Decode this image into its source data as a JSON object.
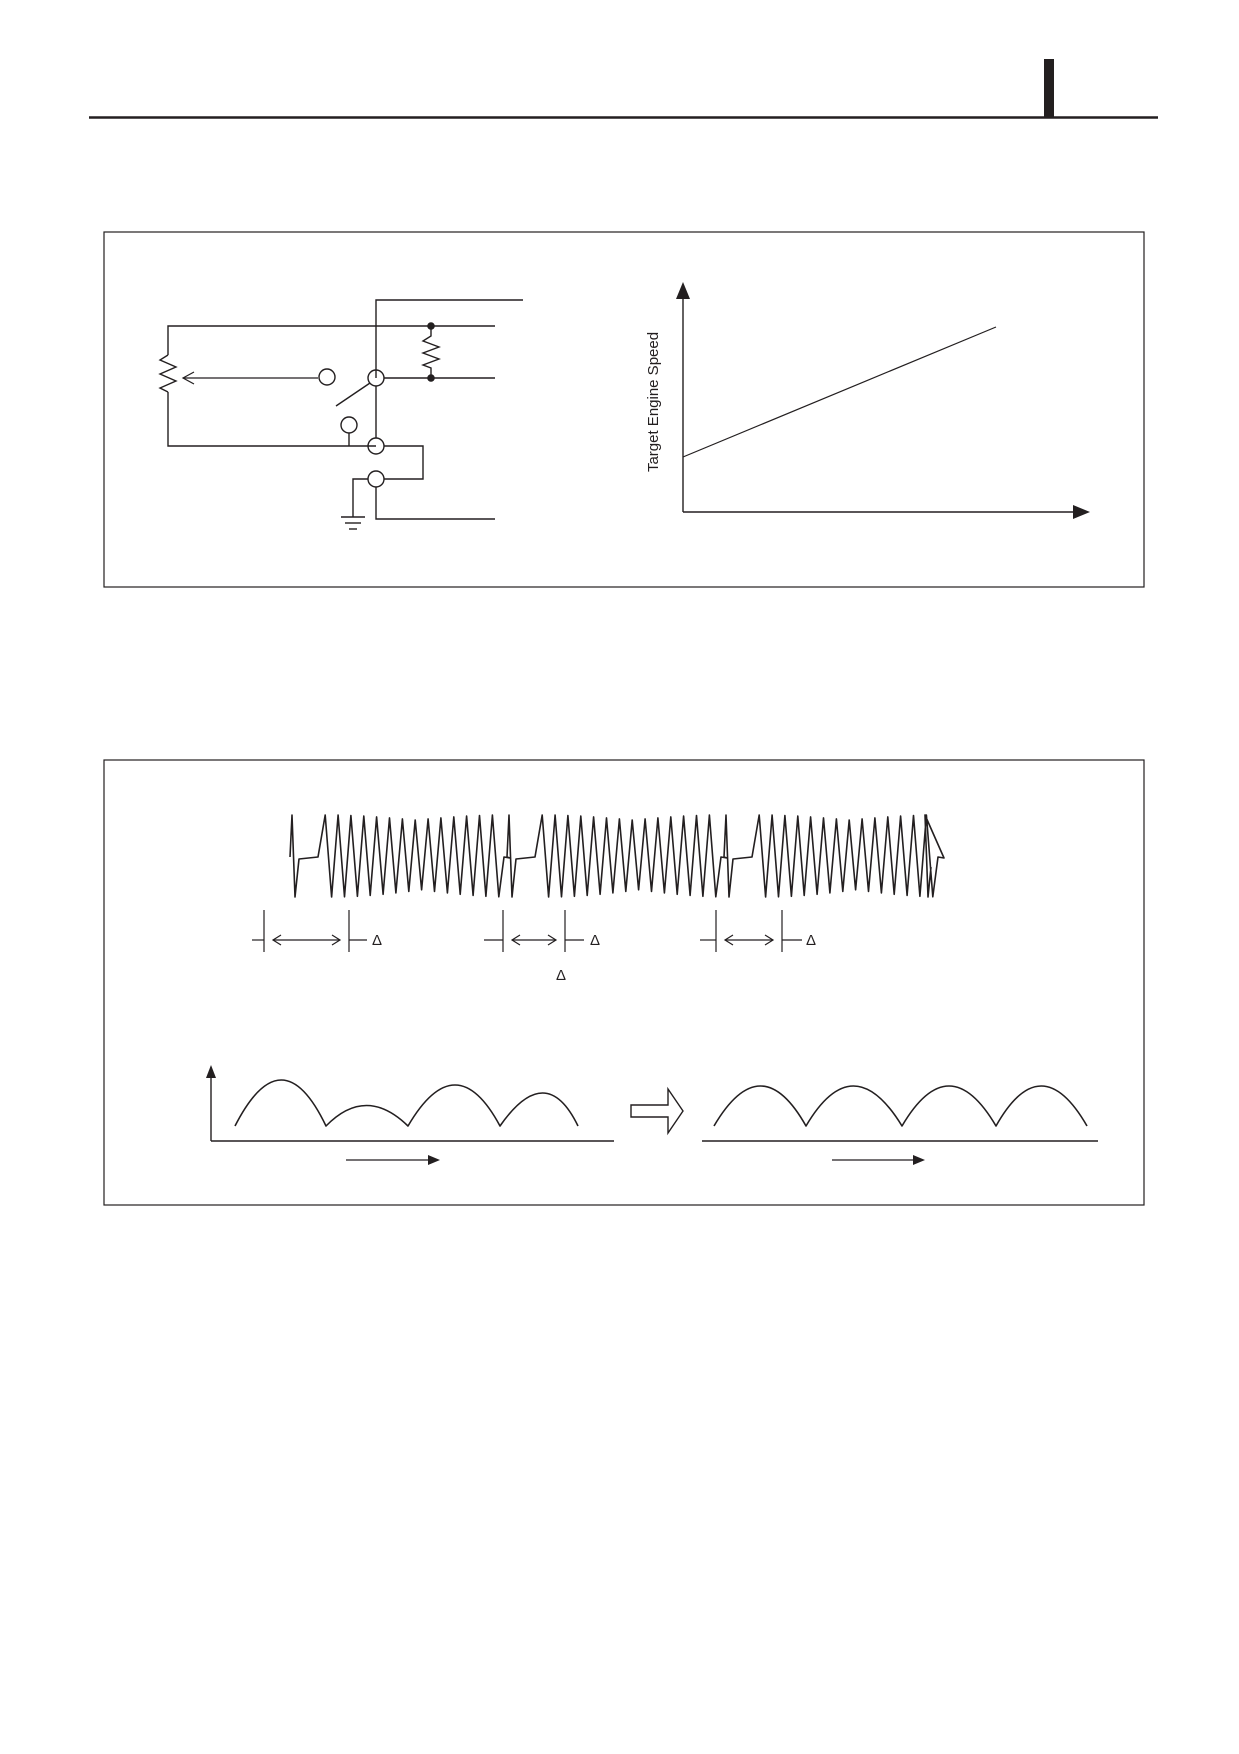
{
  "header": {
    "tab_marker": ""
  },
  "figure_top": {
    "graph": {
      "ylabel": "Target Engine Speed"
    }
  },
  "figure_bottom": {
    "waveform": {
      "cycles": 3,
      "pulses_per_cycle": 14
    },
    "marks": {
      "delta_symbol": "Δ"
    }
  }
}
